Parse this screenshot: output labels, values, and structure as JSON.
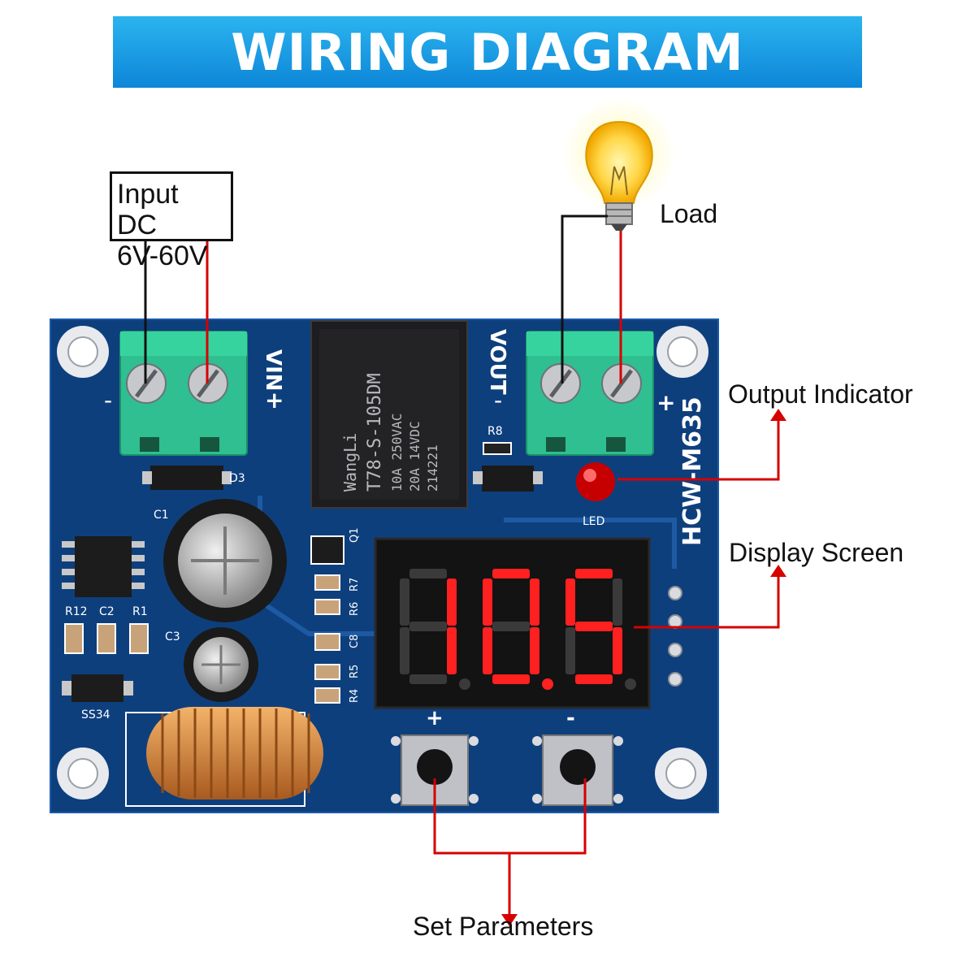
{
  "banner": {
    "title": "WIRING DIAGRAM"
  },
  "input": {
    "line1": "Input DC",
    "line2": "6V-60V"
  },
  "labels": {
    "load": "Load",
    "output_indicator": "Output Indicator",
    "display_screen": "Display Screen",
    "set_parameters": "Set Parameters"
  },
  "board": {
    "model": "HCW-M635",
    "vin": "VIN",
    "vout": "VOUT",
    "plus": "+",
    "minus": "-",
    "led": "LED",
    "d3": "D3",
    "c1": "C1",
    "c2": "C2",
    "c3": "C3",
    "r1": "R1",
    "r12": "R12",
    "r8": "R8",
    "q1": "Q1",
    "r7": "R7",
    "r6": "R6",
    "c8": "C8",
    "r5": "R5",
    "r4": "R4",
    "ss34": "SS34",
    "relay_brand": "WangLi",
    "relay_model": "T78-S-105DM",
    "relay_spec1": "10A 250VAC",
    "relay_spec2": "20A 14VDC",
    "relay_code": "214221",
    "display_value": "10.5"
  },
  "colors": {
    "banner": "#1a9de6",
    "board": "#0e3f7d",
    "terminal": "#2fbf90",
    "wire_red": "#d60000",
    "wire_black": "#111111",
    "segment": "#ff2020"
  },
  "icons": {
    "bulb": "light-bulb-icon"
  }
}
